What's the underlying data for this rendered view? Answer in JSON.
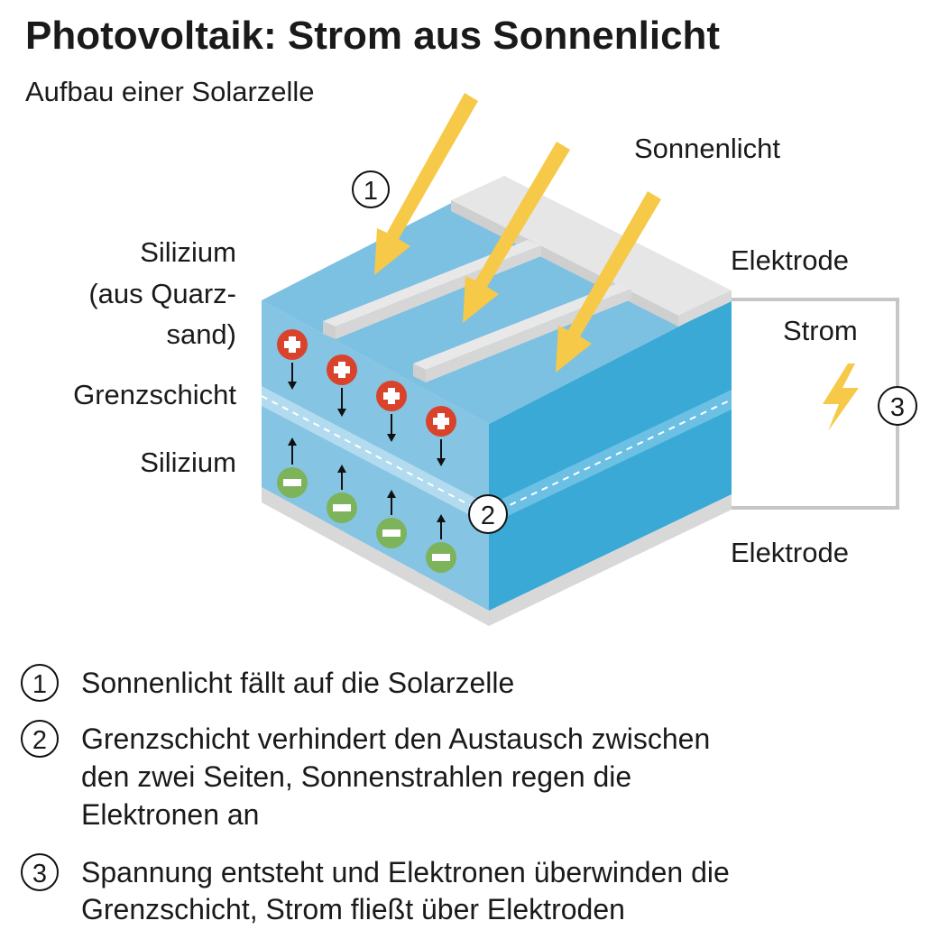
{
  "title": "Photovoltaik: Strom aus Sonnenlicht",
  "subtitle": "Aufbau einer Solarzelle",
  "labels": {
    "sunlight": "Sonnenlicht",
    "silicon_top_1": "Silizium",
    "silicon_top_2": "(aus Quarz-",
    "silicon_top_3": "sand)",
    "boundary": "Grenzschicht",
    "silicon_bottom": "Silizium",
    "electrode_top": "Elektrode",
    "electrode_bottom": "Elektrode",
    "current": "Strom"
  },
  "markers": {
    "m1": "1",
    "m2": "2",
    "m3": "3"
  },
  "legend": [
    {
      "num": "1",
      "lines": [
        "Sonnenlicht fällt auf die Solarzelle"
      ]
    },
    {
      "num": "2",
      "lines": [
        "Grenzschicht verhindert den Austausch zwischen",
        "den zwei Seiten, Sonnenstrahlen regen die",
        "Elektronen an"
      ]
    },
    {
      "num": "3",
      "lines": [
        "Spannung entsteht und Elektronen überwinden die",
        "Grenzschicht, Strom fließt über Elektroden"
      ]
    }
  ],
  "colors": {
    "light_blue": "#86c4e3",
    "dark_blue": "#3aa9d6",
    "sun": "#f7c948",
    "plus": "#d9432c",
    "minus": "#7db35a",
    "electrode": "#e4e4e4"
  }
}
